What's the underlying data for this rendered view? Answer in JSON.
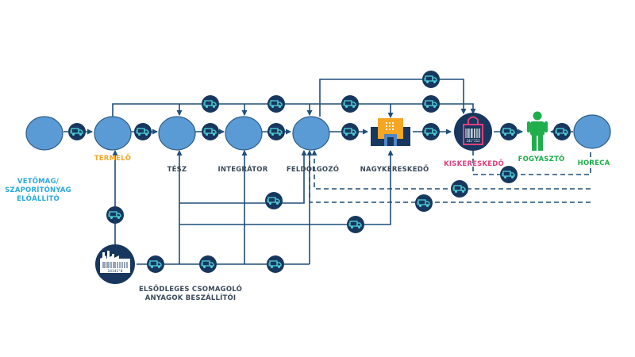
{
  "nodes": {
    "seed": {
      "label_line1": "VETŐMAG/",
      "label_line2": "SZAPORÍTÓNYAG",
      "label_line3": "ELŐÁLLÍTÓ"
    },
    "producer": {
      "label": "TERMELŐ"
    },
    "tesz": {
      "label": "TÉSZ"
    },
    "integrator": {
      "label": "INTEGRÁTOR"
    },
    "processor": {
      "label": "FELDOLGOZÓ"
    },
    "wholesaler": {
      "label": "NAGYKERESKEDŐ"
    },
    "retailer": {
      "label": "KISKERESKEDŐ"
    },
    "consumer": {
      "label": "FOGYASZTÓ"
    },
    "horeca": {
      "label": "HORECA"
    },
    "packaging": {
      "label_line1": "ELSŐDLEGES CSOMAGOLÓ",
      "label_line2": "ANYAGOK BESZÁLLÍTÓI",
      "barcode_text": "14141°0"
    },
    "retail_barcode_text": "141°213"
  },
  "colors": {
    "node_fill": "#5b9bd5",
    "node_stroke": "#2e5f8a",
    "line": "#1f4e79",
    "truck_badge": "#17375e",
    "truck": "#4fd1d9",
    "seed_label": "#29a9e0",
    "producer_label": "#f5a623",
    "dark_label": "#3b4a5a",
    "retail_label": "#e0407b",
    "green_label": "#1fae4b",
    "wholesaler_orange": "#f5a623"
  }
}
